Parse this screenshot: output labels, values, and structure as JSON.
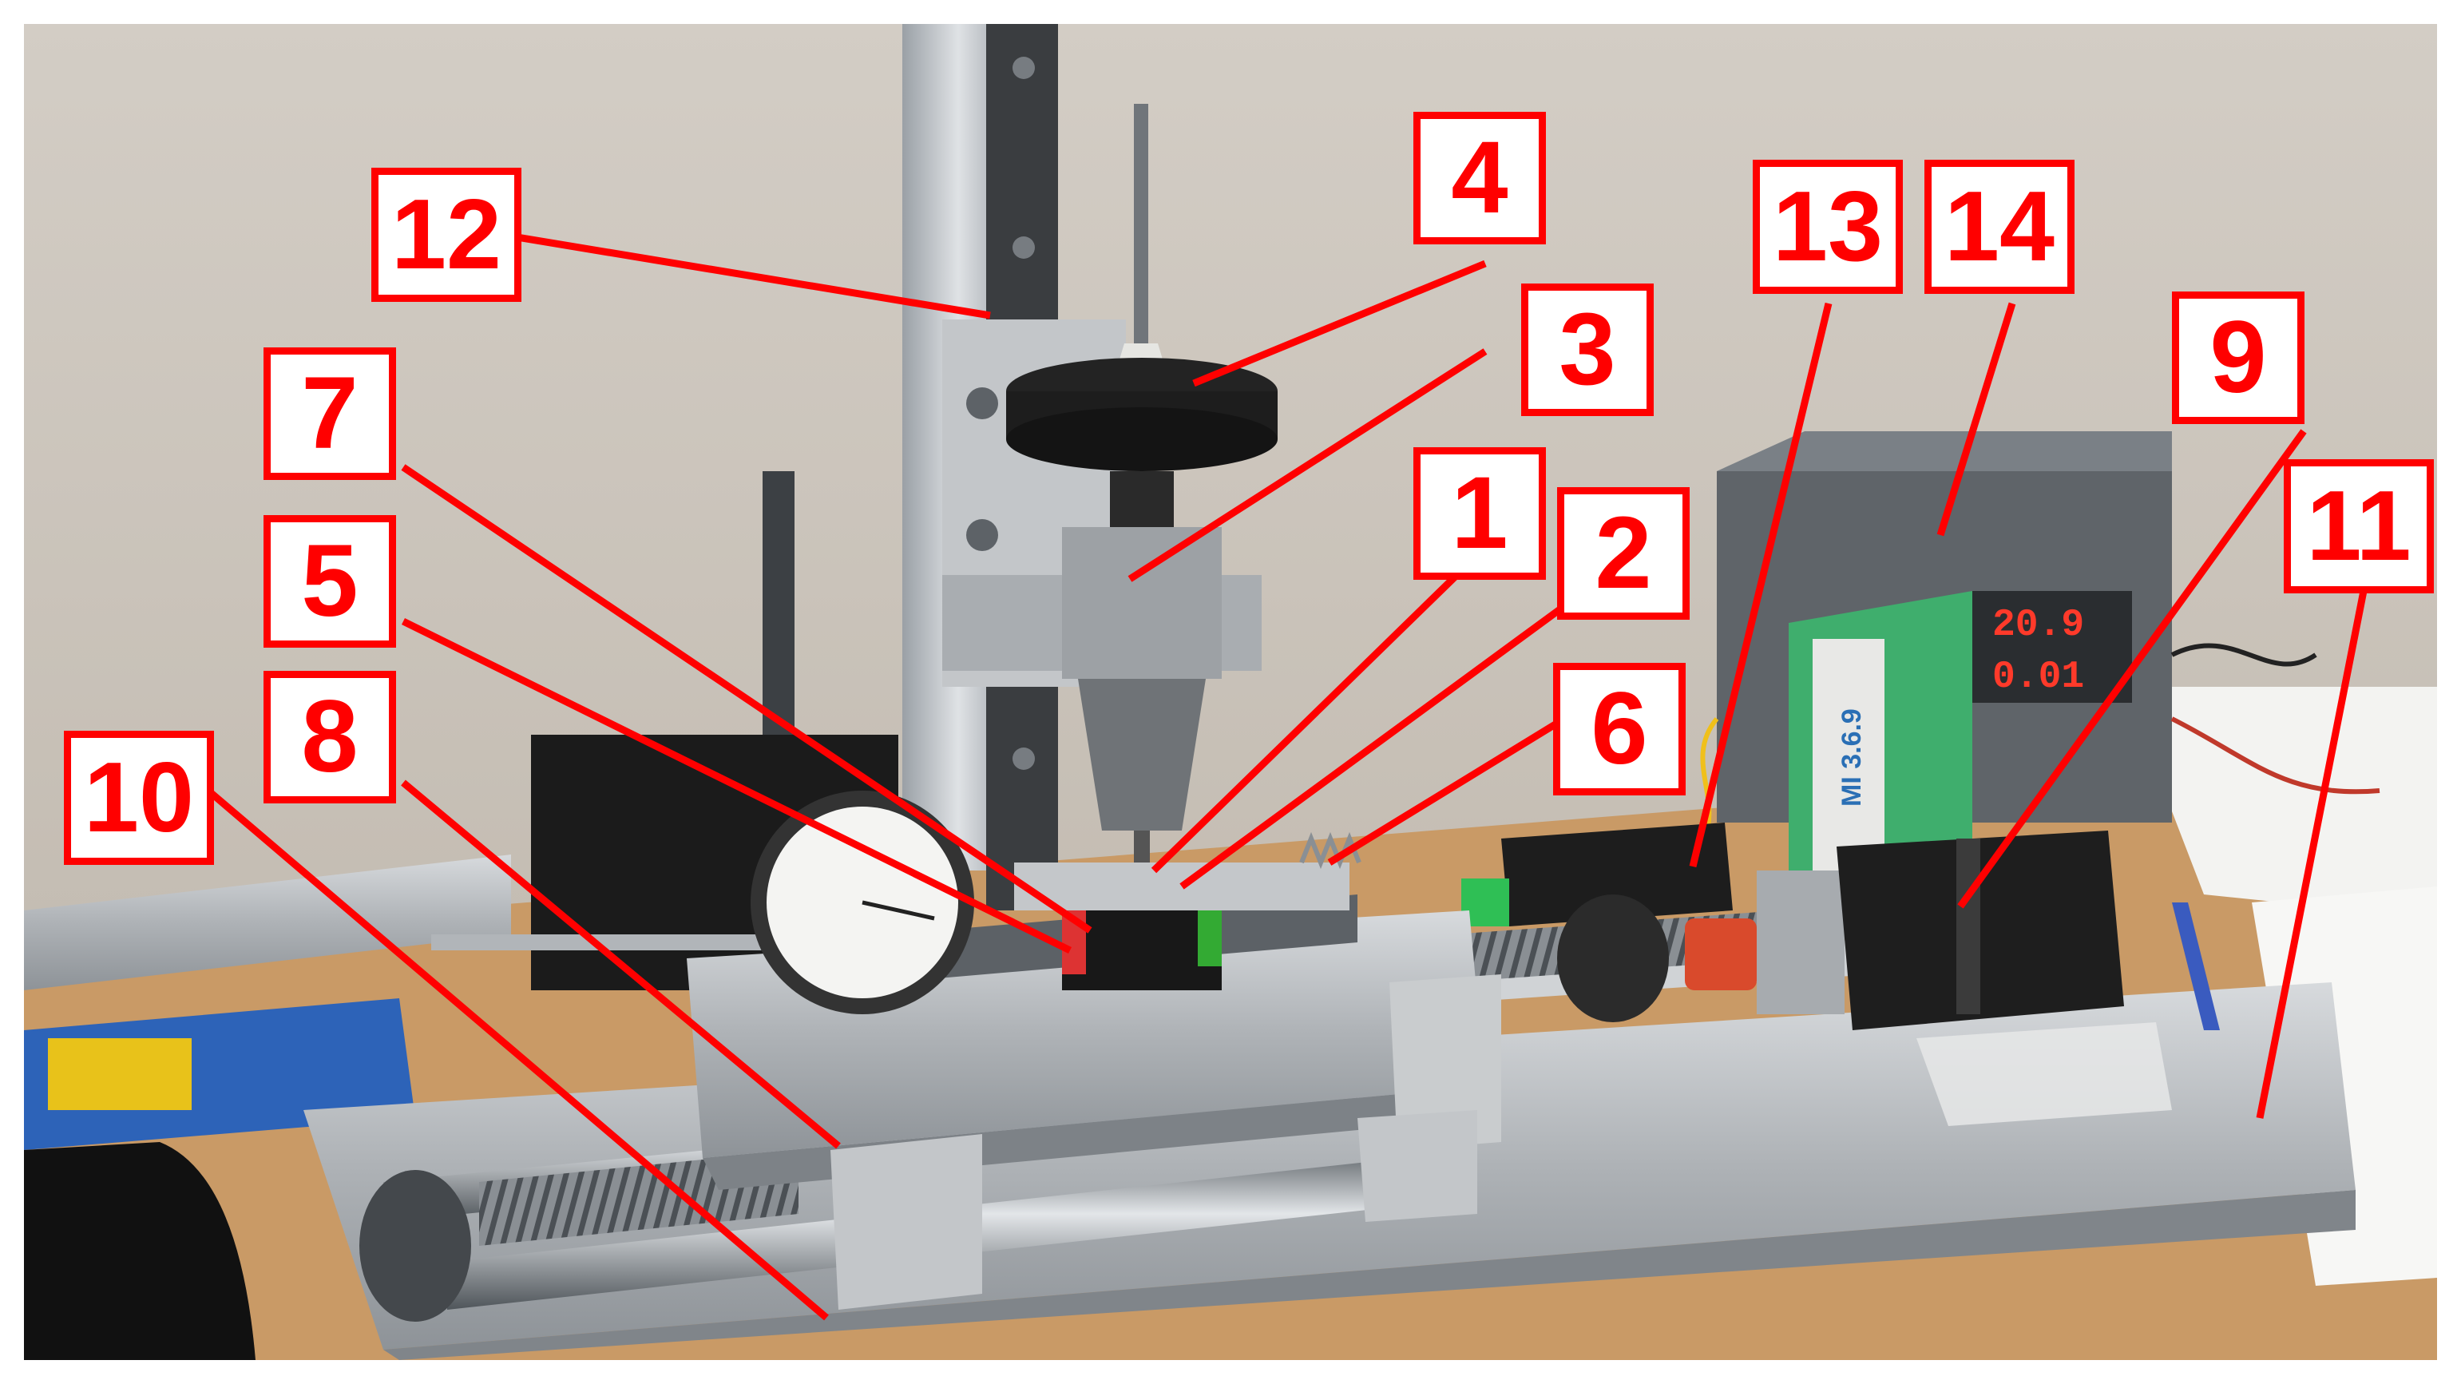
{
  "image": {
    "kind": "annotated photograph of a lab test rig",
    "colors": {
      "annotation": "#ff0000",
      "label_fill": "#ffffff",
      "wall": "#c9c2b8",
      "bench": "#c99a66",
      "aluminium": "#b9bcbf",
      "motor": "#1e1e1e",
      "power_supply": "#5f6469",
      "controller": "#3fae6d"
    }
  },
  "callouts": [
    {
      "id": "1",
      "text": "1"
    },
    {
      "id": "2",
      "text": "2"
    },
    {
      "id": "3",
      "text": "3"
    },
    {
      "id": "4",
      "text": "4"
    },
    {
      "id": "5",
      "text": "5"
    },
    {
      "id": "6",
      "text": "6"
    },
    {
      "id": "7",
      "text": "7"
    },
    {
      "id": "8",
      "text": "8"
    },
    {
      "id": "9",
      "text": "9"
    },
    {
      "id": "10",
      "text": "10"
    },
    {
      "id": "11",
      "text": "11"
    },
    {
      "id": "12",
      "text": "12"
    },
    {
      "id": "13",
      "text": "13"
    },
    {
      "id": "14",
      "text": "14"
    }
  ],
  "psu_display": {
    "voltage": "20.9",
    "current": "0.01"
  },
  "controller_label": "MI 3.6.9"
}
